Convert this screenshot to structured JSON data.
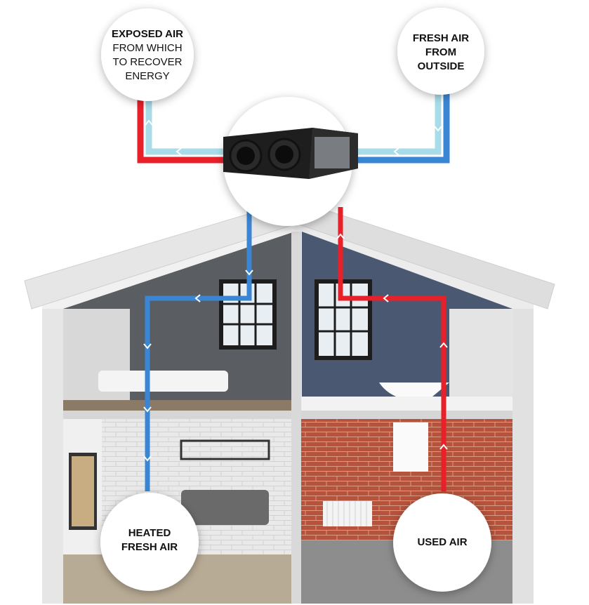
{
  "labels": {
    "exhaust": {
      "line1": "EXPOSED AIR",
      "line2": "FROM WHICH",
      "line3": "TO RECOVER",
      "line4": "ENERGY"
    },
    "fresh_outside": {
      "line1": "FRESH AIR",
      "line2": "FROM",
      "line3": "OUTSIDE"
    },
    "heated": {
      "line1": "HEATED",
      "line2": "FRESH AIR"
    },
    "used": {
      "line1": "USED AIR"
    }
  },
  "colors": {
    "warm": "#e8202a",
    "cool": "#3a86d4",
    "cool_light": "#a8dce8"
  }
}
